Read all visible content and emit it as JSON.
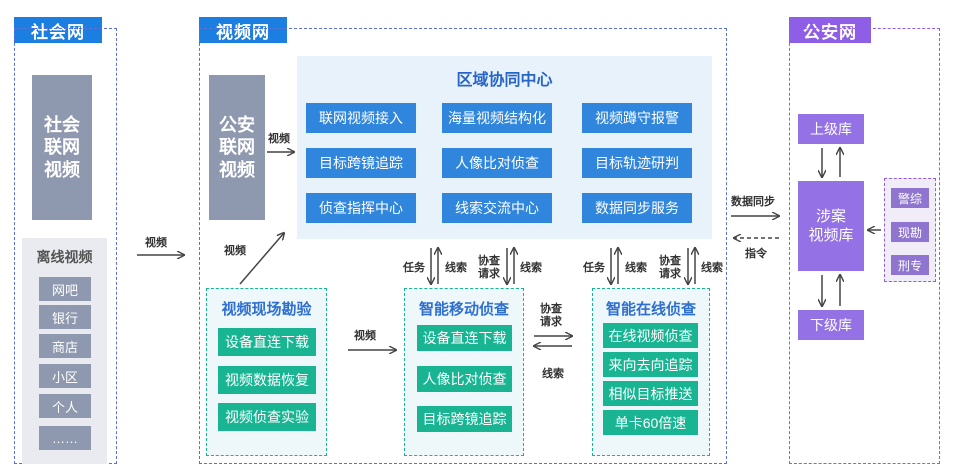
{
  "social": {
    "title": "社会网",
    "main_block": "社会\n联网\n视频",
    "offline_title": "离线视频",
    "offline_items": [
      "网吧",
      "银行",
      "商店",
      "小区",
      "个人",
      "……"
    ]
  },
  "video": {
    "title": "视频网",
    "police_block": "公安\n联网\n视频",
    "center": {
      "title": "区域协同中心",
      "rows": [
        [
          "联网视频接入",
          "海量视频结构化",
          "视频蹲守报警"
        ],
        [
          "目标跨镜追踪",
          "人像比对侦查",
          "目标轨迹研判"
        ],
        [
          "侦查指挥中心",
          "线索交流中心",
          "数据同步服务"
        ]
      ]
    },
    "site": {
      "title": "视频现场勘验",
      "items": [
        "设备直连下载",
        "视频数据恢复",
        "视频侦查实验"
      ]
    },
    "mobile": {
      "title": "智能移动侦查",
      "items": [
        "设备直连下载",
        "人像比对侦查",
        "目标跨镜追踪"
      ]
    },
    "online": {
      "title": "智能在线侦查",
      "items": [
        "在线视频侦查",
        "来向去向追踪",
        "相似目标推送",
        "单卡60倍速"
      ]
    }
  },
  "police": {
    "title": "公安网",
    "upper": "上级库",
    "case_db": "涉案\n视频库",
    "lower": "下级库",
    "side_items": [
      "警综",
      "现勘",
      "刑专"
    ]
  },
  "arrows": {
    "video": "视频",
    "task": "任务",
    "clue": "线索",
    "assist_request": "协查\n请求",
    "data_sync": "数据同步",
    "command": "指令"
  },
  "colors": {
    "header_blue": "#1a7fe0",
    "header_purple": "#8e5ee6",
    "center_blue": "#2f86dc",
    "green": "#19b593",
    "purple": "#9471e5"
  }
}
